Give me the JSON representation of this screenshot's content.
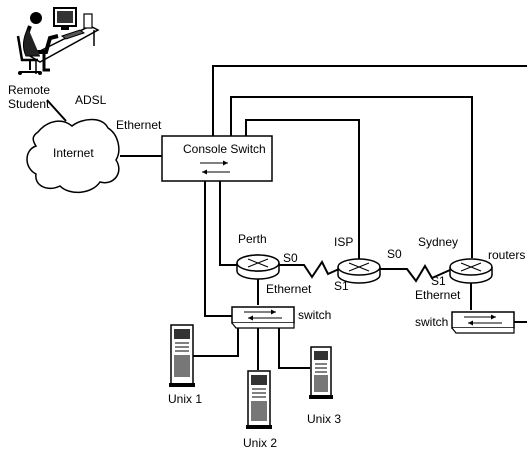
{
  "labels": {
    "remote_student": [
      "Remote",
      "Student"
    ],
    "adsl": "ADSL",
    "ethernet_top": "Ethernet",
    "internet": "Internet",
    "console_switch": "Console Switch",
    "perth": "Perth",
    "perth_s0": "S0",
    "isp": "ISP",
    "isp_s0": "S0",
    "isp_s1": "S1",
    "sydney": "Sydney",
    "sydney_s1": "S1",
    "routers": "routers",
    "ethernet_perth": "Ethernet",
    "ethernet_sydney": "Ethernet",
    "switch_perth": "switch",
    "switch_sydney": "switch",
    "unix1": "Unix 1",
    "unix2": "Unix 2",
    "unix3": "Unix 3"
  },
  "icons": {
    "student": "workstation-user-icon",
    "cloud": "internet-cloud-icon",
    "router": "router-icon",
    "switch": "switch-icon",
    "server": "tower-server-icon"
  }
}
